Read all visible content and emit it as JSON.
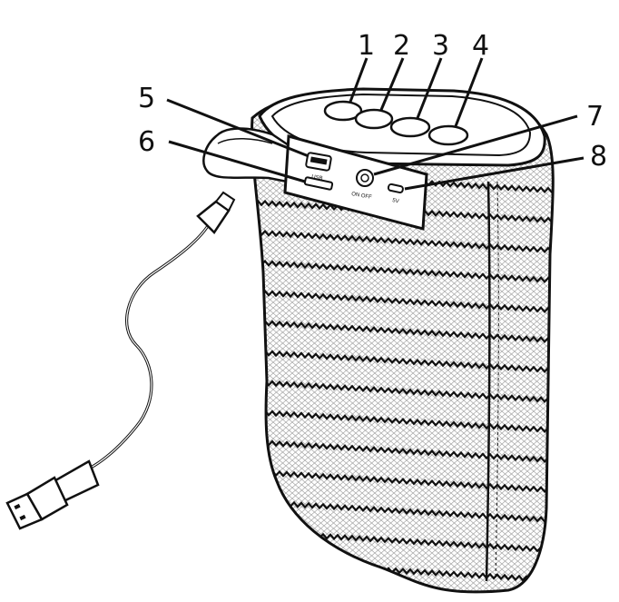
{
  "callouts": [
    {
      "id": "1",
      "label": "1"
    },
    {
      "id": "2",
      "label": "2"
    },
    {
      "id": "3",
      "label": "3"
    },
    {
      "id": "4",
      "label": "4"
    },
    {
      "id": "5",
      "label": "5"
    },
    {
      "id": "6",
      "label": "6"
    },
    {
      "id": "7",
      "label": "7"
    },
    {
      "id": "8",
      "label": "8"
    }
  ],
  "panel": {
    "usb_label": "USB",
    "power_label": "ON OFF",
    "dc_label": "5V"
  },
  "colors": {
    "line": "#111111",
    "background": "#ffffff",
    "fabric": "#eeeeee"
  }
}
